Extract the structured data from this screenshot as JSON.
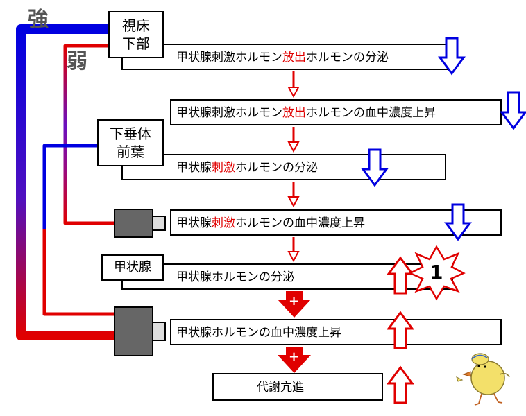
{
  "labels": {
    "strong": "強",
    "weak": "弱"
  },
  "organs": {
    "hypothalamus": [
      "視床",
      "下部"
    ],
    "pituitary": [
      "下垂体",
      "前葉"
    ],
    "thyroid": "甲状腺"
  },
  "steps": [
    {
      "pre": "甲状腺刺激ホルモン",
      "hl": "放出",
      "post": "ホルモンの分泌",
      "trend": "down"
    },
    {
      "pre": "甲状腺刺激ホルモン",
      "hl": "放出",
      "post": "ホルモンの血中濃度上昇",
      "trend": "down"
    },
    {
      "pre": "甲状腺",
      "hl": "刺激",
      "post": "ホルモンの分泌",
      "trend": "down"
    },
    {
      "pre": "甲状腺",
      "hl": "刺激",
      "post": "ホルモンの血中濃度上昇",
      "trend": "down"
    },
    {
      "pre": "甲状腺ホルモンの分泌",
      "hl": "",
      "post": "",
      "trend": "up"
    },
    {
      "pre": "甲状腺ホルモンの血中濃度上昇",
      "hl": "",
      "post": "",
      "trend": "up"
    },
    {
      "pre": "代謝亢進",
      "hl": "",
      "post": "",
      "trend": "up"
    }
  ],
  "burst_label": "1",
  "plus_sign": "+",
  "colors": {
    "red": "#e00000",
    "blue": "#0000e0",
    "gray_text": "#555555",
    "receptor": "#666666"
  }
}
